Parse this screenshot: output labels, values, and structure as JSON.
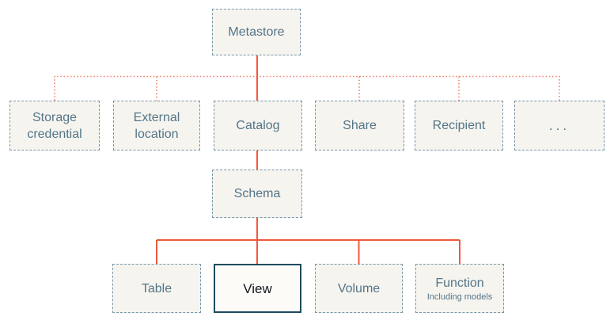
{
  "diagram": {
    "nodes": {
      "metastore": {
        "label": "Metastore"
      },
      "storage_credential": {
        "label": "Storage credential"
      },
      "external_location": {
        "label": "External location"
      },
      "catalog": {
        "label": "Catalog"
      },
      "share": {
        "label": "Share"
      },
      "recipient": {
        "label": "Recipient"
      },
      "more": {
        "label": "..."
      },
      "schema": {
        "label": "Schema"
      },
      "table": {
        "label": "Table"
      },
      "view": {
        "label": "View"
      },
      "volume": {
        "label": "Volume"
      },
      "function": {
        "label": "Function",
        "sublabel": "Including models"
      }
    },
    "colors": {
      "canvas-bg": "#FFFFFF",
      "connector-solid": "#F0593E",
      "connector-dotted": "#F2826B",
      "node-border": "#7797A9",
      "node-fill": "#F6F4EF",
      "node-text": "#537588",
      "highlight-border": "#1E4B5E",
      "highlight-fill": "#FCFBF8",
      "highlight-text": "#15191C"
    }
  }
}
